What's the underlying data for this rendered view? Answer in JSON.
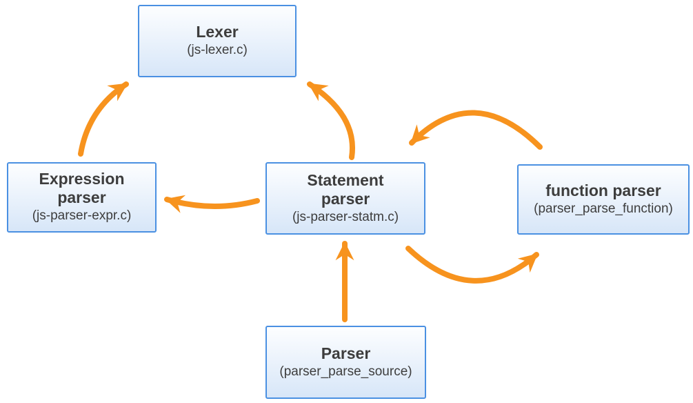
{
  "diagram": {
    "title": "JavaScript parser architecture diagram",
    "colors": {
      "background": "#ffffff",
      "node_border": "#4a90e2",
      "node_fill_top": "#fdfeff",
      "node_fill_bottom": "#d7e6f8",
      "arrow": "#f7931e",
      "text": "#3d3d3d"
    },
    "nodes": {
      "lexer": {
        "title": "Lexer",
        "subtitle": "(js-lexer.c)"
      },
      "expression_parser": {
        "title": "Expression\nparser",
        "subtitle": "(js-parser-expr.c)"
      },
      "statement_parser": {
        "title": "Statement\nparser",
        "subtitle": "(js-parser-statm.c)"
      },
      "function_parser": {
        "title": "function parser",
        "subtitle": "(parser_parse_function)"
      },
      "parser": {
        "title": "Parser",
        "subtitle": "(parser_parse_source)"
      }
    },
    "edges": [
      {
        "from": "expression_parser",
        "to": "lexer",
        "style": "curved"
      },
      {
        "from": "statement_parser",
        "to": "lexer",
        "style": "curved"
      },
      {
        "from": "statement_parser",
        "to": "expression_parser",
        "style": "curved"
      },
      {
        "from": "function_parser",
        "to": "statement_parser",
        "style": "curved"
      },
      {
        "from": "statement_parser",
        "to": "function_parser",
        "style": "curved"
      },
      {
        "from": "parser",
        "to": "statement_parser",
        "style": "straight"
      }
    ]
  }
}
